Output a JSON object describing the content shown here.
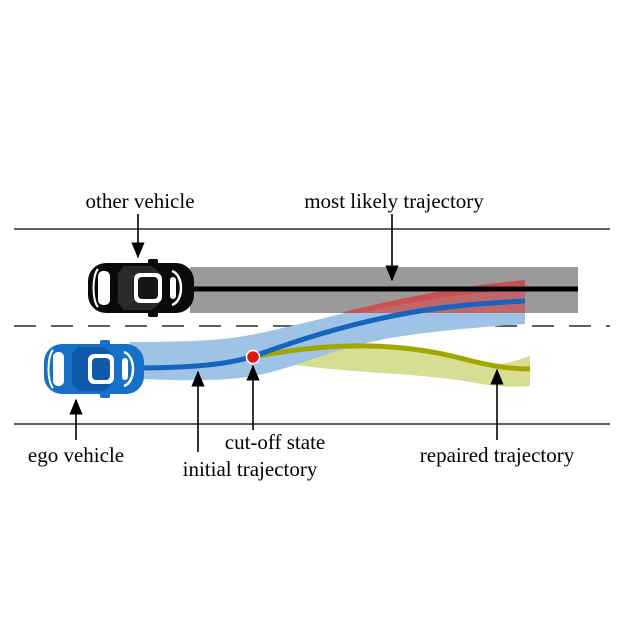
{
  "labels": {
    "other_vehicle": "other vehicle",
    "most_likely_trajectory": "most likely trajectory",
    "ego_vehicle": "ego vehicle",
    "initial_trajectory": "initial trajectory",
    "cut_off_state": "cut-off state",
    "repaired_trajectory": "repaired trajectory"
  },
  "colors": {
    "background": "#ffffff",
    "road_lines": "#000000",
    "other_vehicle_body": "#000000",
    "other_vehicle_corridor": "#9a9a9a",
    "other_vehicle_path": "#000000",
    "ego_vehicle_body": "#1670c9",
    "initial_corridor": "#9ec3e6",
    "initial_path": "#1565c0",
    "conflict_region": "#cf4b4b",
    "repaired_corridor": "#d8dd94",
    "repaired_path": "#a1a700",
    "cut_off_marker": "#e01515",
    "arrows": "#000000"
  },
  "icons": {
    "other_vehicle": "car-top-view-icon",
    "ego_vehicle": "car-top-view-icon"
  }
}
